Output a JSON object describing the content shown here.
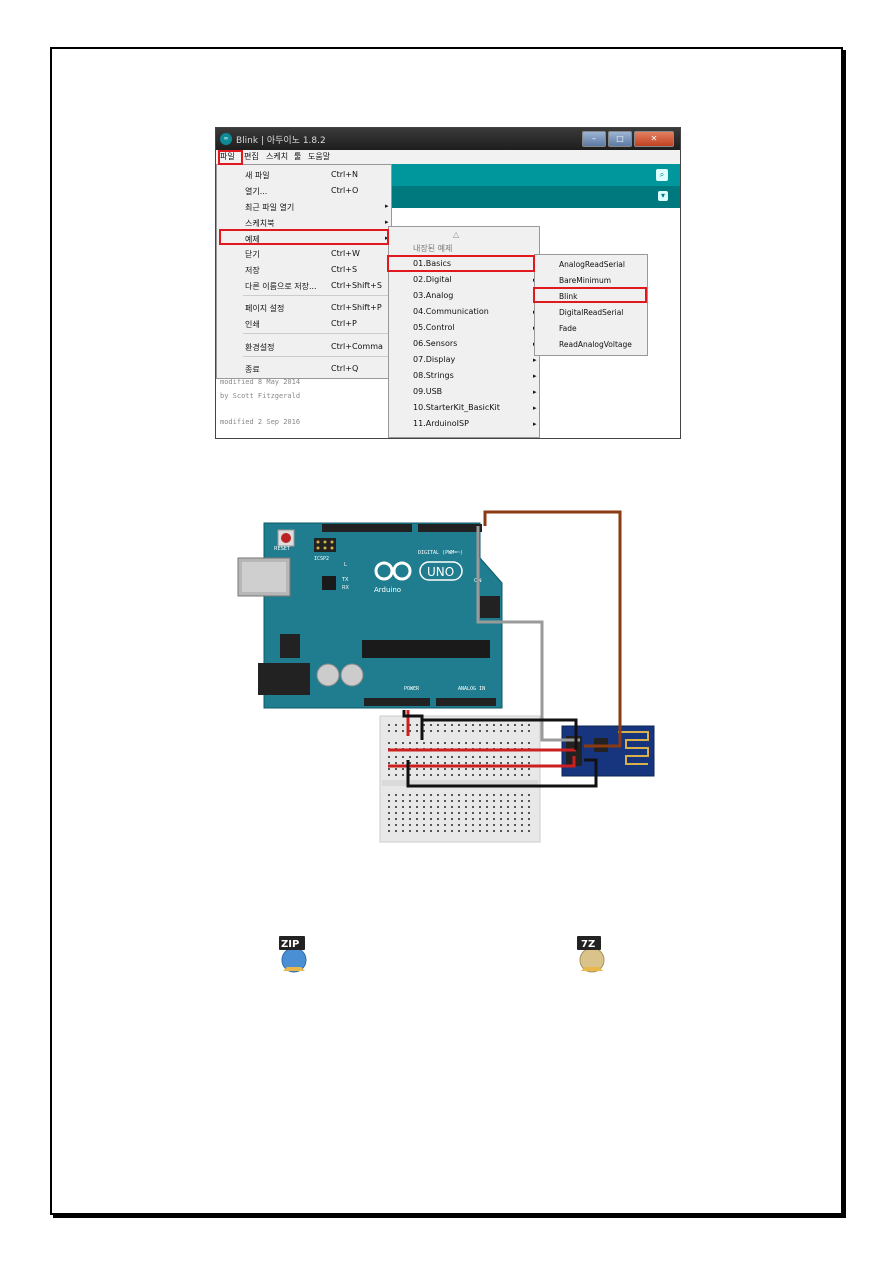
{
  "ide": {
    "title": "Blink | 아두이노 1.8.2",
    "menubar": [
      "파일",
      "편집",
      "스케치",
      "툴",
      "도움말"
    ],
    "file_menu": [
      {
        "label": "새 파일",
        "shortcut": "Ctrl+N"
      },
      {
        "label": "열기...",
        "shortcut": "Ctrl+O"
      },
      {
        "label": "최근 파일 열기",
        "shortcut": ""
      },
      {
        "label": "스케치북",
        "shortcut": ""
      },
      {
        "label": "예제",
        "shortcut": ""
      },
      {
        "label": "닫기",
        "shortcut": "Ctrl+W"
      },
      {
        "label": "저장",
        "shortcut": "Ctrl+S"
      },
      {
        "label": "다른 이름으로 저장...",
        "shortcut": "Ctrl+Shift+S"
      },
      {
        "label": "페이지 설정",
        "shortcut": "Ctrl+Shift+P"
      },
      {
        "label": "인쇄",
        "shortcut": "Ctrl+P"
      },
      {
        "label": "환경설정",
        "shortcut": "Ctrl+Comma"
      },
      {
        "label": "종료",
        "shortcut": "Ctrl+Q"
      }
    ],
    "examples_header": "내장된 예제",
    "examples_menu": [
      "01.Basics",
      "02.Digital",
      "03.Analog",
      "04.Communication",
      "05.Control",
      "06.Sensors",
      "07.Display",
      "08.Strings",
      "09.USB",
      "10.StarterKit_BasicKit",
      "11.ArduinoISP"
    ],
    "basics_menu": [
      "AnalogReadSerial",
      "BareMinimum",
      "Blink",
      "DigitalReadSerial",
      "Fade",
      "ReadAnalogVoltage"
    ],
    "code_lines": [
      "modified 8 May 2014",
      "by Scott Fitzgerald",
      "modified 2 Sep 2016"
    ],
    "highlighted": [
      "파일",
      "예제",
      "01.Basics",
      "Blink"
    ]
  },
  "circuit": {
    "board_labels": {
      "reset": "RESET",
      "icsp": "ICSP2",
      "digital": "DIGITAL (PWM=~)",
      "brand": "Arduino",
      "model": "UNO",
      "tx": "TX",
      "rx": "RX",
      "power": "POWER",
      "analog": "ANALOG IN",
      "on": "ON",
      "l": "L"
    },
    "wire_colors": {
      "brown": "#8b3a12",
      "gray": "#9a9a9a",
      "black": "#111111",
      "red": "#cc1f1f"
    }
  },
  "attachments": [
    {
      "label": "ZIP",
      "icon": "zip-archive-icon",
      "color": "#4a8fd4"
    },
    {
      "label": "7Z",
      "icon": "7z-archive-icon",
      "color": "#d9c38a"
    }
  ]
}
